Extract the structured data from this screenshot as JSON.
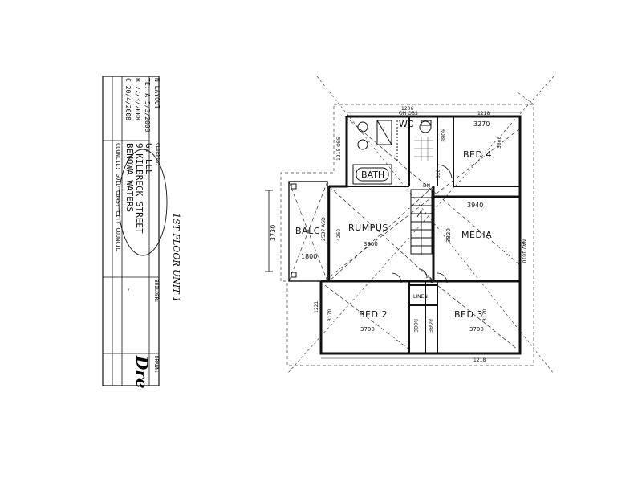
{
  "title_block": {
    "heading": "N LAYOUT",
    "rev_a": "TE: A 5/3/2008",
    "rev_b": "B 27/3/2008",
    "rev_c": "C 20/4/2008",
    "clients_label": "CLIENTS:",
    "client_name": "G. LEE",
    "site_address": "9 KILBRECK STREET",
    "suburb": "BENOWA WATERS",
    "council": "COUNCIL: GOLD COAST CITY COUNCIL",
    "builder_label": "BUILDER:",
    "builder_value": "-",
    "drawn_label": "DRAWN:",
    "logo_text": "Dre"
  },
  "handwritten_note": "1ST FLOOR UNIT 1",
  "rooms": {
    "wc": "WC",
    "bath": "BATH",
    "bed4": "BED 4",
    "balc": "BALC",
    "rumpus": "RUMPUS",
    "media": "MEDIA",
    "bed2": "BED 2",
    "bed3": "BED 3",
    "linen": "LINEN",
    "robe_top": "ROBE",
    "robe_left": "ROBE",
    "robe_right": "ROBE",
    "dn": "DN"
  },
  "dimensions": {
    "top_1206": "1206",
    "top_obs": "OH OBS",
    "top_1218": "1218",
    "bed4_w": "3270",
    "bed4_h": "3600",
    "side_1215": "1215 OBS",
    "media_w": "3940",
    "media_h": "3820",
    "media_right": "NAV 1010",
    "rumpus_w": "3800",
    "rumpus_h": "4250",
    "balc_w": "1800",
    "balc_h": "2537 ASD",
    "overall_h": "3730",
    "bed2_w": "3700",
    "bed2_h": "3170",
    "bed3_w": "3700",
    "bed3_h": "3170",
    "left_1221": "1221",
    "bottom_1218": "1218",
    "d_820": "820",
    "d_770": "770"
  }
}
